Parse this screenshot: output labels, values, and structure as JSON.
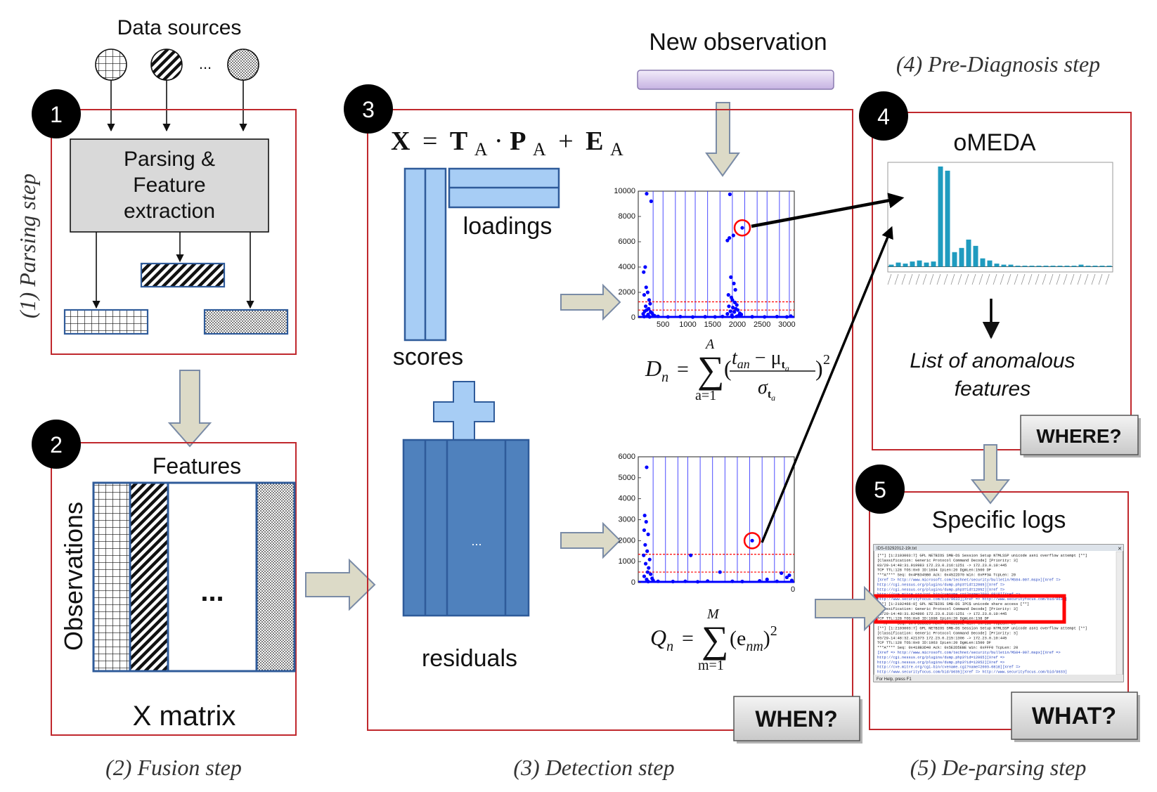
{
  "data_sources": {
    "title": "Data sources",
    "ellipsis": "..."
  },
  "new_observation": "New observation",
  "steps": {
    "parsing": "(1) Parsing step",
    "fusion": "(2) Fusion step",
    "detection": "(3) Detection step",
    "prediagnosis": "(4) Pre-Diagnosis step",
    "deparsing": "(5) De-parsing step"
  },
  "badges": [
    "1",
    "2",
    "3",
    "4",
    "5"
  ],
  "box1": {
    "parsing_line1": "Parsing &",
    "parsing_line2": "Feature",
    "parsing_line3": "extraction"
  },
  "box2": {
    "features": "Features",
    "observations": "Observations",
    "ellipsis": "...",
    "matrix": "X matrix"
  },
  "box3": {
    "equation": {
      "X": "X",
      "eq": "=",
      "T": "T",
      "A1": "A",
      "dot": "·",
      "P": "P",
      "A2": "A",
      "plus": "+",
      "E": "E",
      "A3": "A"
    },
    "loadings": "loadings",
    "scores": "scores",
    "residuals": "residuals",
    "residual_ellipsis": "...",
    "d_formula": {
      "lhs": "D",
      "lhs_sub": "n",
      "eq": "=",
      "sum_top": "A",
      "sum_bot": "a=1",
      "num": "t",
      "num_sub": "an",
      "minus": " − μ",
      "mu_sub": "t",
      "mu_subsub": "a",
      "den": "σ",
      "den_sub": "t",
      "den_subsub": "a",
      "pow": "2"
    },
    "q_formula": {
      "lhs": "Q",
      "lhs_sub": "n",
      "eq": "=",
      "sum_top": "M",
      "sum_bot": "m=1",
      "body": "(e",
      "body_sub": "nm",
      "close": ")",
      "pow": "2"
    },
    "when": "WHEN?"
  },
  "box4": {
    "title": "oMEDA",
    "list_line1": "List of anomalous",
    "list_line2": "features",
    "where": "WHERE?"
  },
  "box5": {
    "title": "Specific logs",
    "what": "WHAT?",
    "window_title": "IDS-03292012-19r.txt",
    "status": "For Help, press F1",
    "log_lines": [
      "[**] [1:2103003:7] GPL NETBIOS SMB-DS Session Setup NTMLSSP unicode asn1 overflow attempt [**]",
      "[Classification: Generic Protocol Command Decode] [Priority: 3]",
      "03/29-14:48:31.919983 172.23.0.216:1251 -> 172.23.0.10:445",
      "TCP TTL:128 TOS:0x0 ID:1694 IpLen:20 DgmLen:1500 DF",
      "***A**** Seq: 0x4FB345B0  Ack: 0x4522D70  Win: 0xFF3A  TcpLen: 20",
      "[Xref => http://www.microsoft.com/technet/security/bulletin/MS04-007.mspx][Xref =>",
      "http://cgi.nessus.org/plugins/dump.php3?id=12065][Xref =>",
      "http://cgi.nessus.org/plugins/dump.php3?id=12052][Xref =>",
      "http://cve.mitre.org/cgi-bin/cvename.cgi?name=2003-0818][Xref =>",
      "http://www.securityfocus.com/bid/9633][Xref => http://www.securityfocus.com/bid/9633]",
      "[**] [1:2102466:9] GPL NETBIOS SMB-DS IPC$ unicode share access [**]",
      "[Classification: Generic Protocol Command Decode] [Priority: 3]",
      "03/29-14:48:31.924896 172.23.0.216:1251 -> 172.23.0.10:445",
      "TCP TTL:128 TOS:0x0 ID:1698 IpLen:20 DgmLen:138 DF",
      "***AP*** Seq: 0x4FB35020  Ack: 0x4522D62  Win: 0xFE56  TcpLen: 20",
      "[**] [1:2103003:7] GPL NETBIOS SMB-DS Session Setup NTMLSSP unicode asn1 overflow attempt [**]",
      "[Classification: Generic Protocol Command Decode] [Priority: 3]",
      "03/29-14:48:32.421373 172.23.0.215:1306 -> 172.23.0.10:445",
      "TCP TTL:128 TOS:0x0 ID:1963 IpLen:20 DgmLen:1500 DF",
      "***A**** Seq: 0x418B3D40  Ack: 0x5E2D5EBE  Win: 0xFFF0  TcpLen: 20",
      "[Xref => http://www.microsoft.com/technet/security/bulletin/MS04-007.mspx][Xref =>",
      "http://cgi.nessus.org/plugins/dump.php3?id=12065][Xref =>",
      "http://cgi.nessus.org/plugins/dump.php3?id=12052][Xref =>",
      "http://cve.mitre.org/cgi-bin/cvename.cgi?name=2003-0818][Xref =>",
      "http://www.securityfocus.com/bid/9635][Xref => http://www.securityfocus.com/bid/9633]"
    ]
  },
  "colors": {
    "box_border": "#c0282d",
    "block_fill": "#a7cdf5",
    "block_stroke": "#2f5b9a",
    "residual_fill": "#4f81bd",
    "arrow_fill": "#dcdac7",
    "arrow_stroke": "#7a8ba6",
    "point": "#0000ff",
    "threshold": "#ff0000",
    "omeda_bar": "#1f9bbf",
    "obs_bar_top": "#ece4f7",
    "obs_bar_bottom": "#c8b4e3"
  },
  "chart_data": [
    {
      "type": "scatter",
      "name": "D-statistic chart",
      "xticks": [
        500,
        1000,
        1500,
        2000,
        2500,
        3000
      ],
      "yticks": [
        0,
        2000,
        4000,
        6000,
        8000,
        10000
      ],
      "xlim": [
        0,
        3150
      ],
      "ylim": [
        0,
        10000
      ],
      "vlines": [
        300,
        500,
        750,
        950,
        1150,
        1400,
        1650,
        1900,
        2150,
        2400,
        2600,
        2850,
        3050
      ],
      "thresholds": [
        1250,
        600
      ],
      "highlight": [
        2100,
        7100
      ],
      "points": [
        [
          170,
          9800
        ],
        [
          260,
          9200
        ],
        [
          140,
          4000
        ],
        [
          110,
          3600
        ],
        [
          160,
          2400
        ],
        [
          190,
          2000
        ],
        [
          120,
          1800
        ],
        [
          220,
          1400
        ],
        [
          240,
          1100
        ],
        [
          150,
          900
        ],
        [
          210,
          700
        ],
        [
          170,
          600
        ],
        [
          130,
          500
        ],
        [
          250,
          450
        ],
        [
          280,
          350
        ],
        [
          100,
          300
        ],
        [
          200,
          250
        ],
        [
          300,
          200
        ],
        [
          330,
          150
        ],
        [
          180,
          120
        ],
        [
          120,
          80
        ],
        [
          230,
          60
        ],
        [
          1850,
          9750
        ],
        [
          2100,
          7100
        ],
        [
          1800,
          6100
        ],
        [
          1840,
          6300
        ],
        [
          1920,
          6500
        ],
        [
          1870,
          3200
        ],
        [
          1930,
          2700
        ],
        [
          1960,
          2200
        ],
        [
          1820,
          1800
        ],
        [
          1880,
          1600
        ],
        [
          1900,
          1400
        ],
        [
          1950,
          1200
        ],
        [
          1990,
          1000
        ],
        [
          1830,
          900
        ],
        [
          1910,
          800
        ],
        [
          1970,
          700
        ],
        [
          2010,
          600
        ],
        [
          1860,
          500
        ],
        [
          1940,
          450
        ],
        [
          2050,
          350
        ],
        [
          1800,
          300
        ],
        [
          2080,
          250
        ],
        [
          1890,
          200
        ],
        [
          2020,
          150
        ],
        [
          1985,
          100
        ],
        [
          1900,
          60
        ],
        [
          600,
          60
        ],
        [
          850,
          80
        ],
        [
          1100,
          50
        ],
        [
          1350,
          70
        ],
        [
          1550,
          60
        ],
        [
          1700,
          90
        ],
        [
          2300,
          70
        ],
        [
          2550,
          60
        ],
        [
          2800,
          80
        ],
        [
          3000,
          60
        ],
        [
          400,
          100
        ],
        [
          3080,
          120
        ]
      ]
    },
    {
      "type": "scatter",
      "name": "Q-statistic chart",
      "xticks_label": "0",
      "yticks": [
        0,
        1000,
        2000,
        3000,
        4000,
        5000,
        6000
      ],
      "xlim": [
        0,
        3150
      ],
      "ylim": [
        0,
        6000
      ],
      "vlines": [
        300,
        550,
        800,
        1000,
        1250,
        1500,
        1750,
        2000,
        2250,
        2500,
        2750,
        2950
      ],
      "thresholds": [
        1350,
        500
      ],
      "highlight": [
        2300,
        2000
      ],
      "points": [
        [
          170,
          5500
        ],
        [
          130,
          3200
        ],
        [
          160,
          2900
        ],
        [
          120,
          2500
        ],
        [
          200,
          2300
        ],
        [
          140,
          1800
        ],
        [
          180,
          1500
        ],
        [
          110,
          1300
        ],
        [
          230,
          1100
        ],
        [
          150,
          900
        ],
        [
          210,
          700
        ],
        [
          190,
          500
        ],
        [
          250,
          400
        ],
        [
          120,
          300
        ],
        [
          280,
          200
        ],
        [
          170,
          150
        ],
        [
          300,
          100
        ],
        [
          200,
          50
        ],
        [
          1060,
          1300
        ],
        [
          1650,
          500
        ],
        [
          2300,
          2000
        ],
        [
          2890,
          450
        ],
        [
          3050,
          350
        ],
        [
          3000,
          250
        ],
        [
          2600,
          150
        ],
        [
          400,
          60
        ],
        [
          700,
          50
        ],
        [
          950,
          60
        ],
        [
          1200,
          40
        ],
        [
          1400,
          70
        ],
        [
          1900,
          60
        ],
        [
          2100,
          50
        ],
        [
          2450,
          80
        ],
        [
          2800,
          60
        ],
        [
          3100,
          100
        ]
      ]
    },
    {
      "type": "bar",
      "name": "oMEDA chart",
      "values": [
        0.02,
        0.04,
        0.03,
        0.05,
        0.06,
        0.04,
        0.05,
        0.96,
        0.92,
        0.14,
        0.18,
        0.26,
        0.2,
        0.08,
        0.06,
        0.03,
        0.02,
        0.02,
        0.01,
        0.01,
        0.01,
        0.01,
        0.01,
        0.01,
        0.01,
        0.01,
        0.01,
        0.02,
        0.01,
        0.01,
        0.01,
        0.01
      ],
      "ylim": [
        -0.05,
        1.0
      ]
    }
  ]
}
